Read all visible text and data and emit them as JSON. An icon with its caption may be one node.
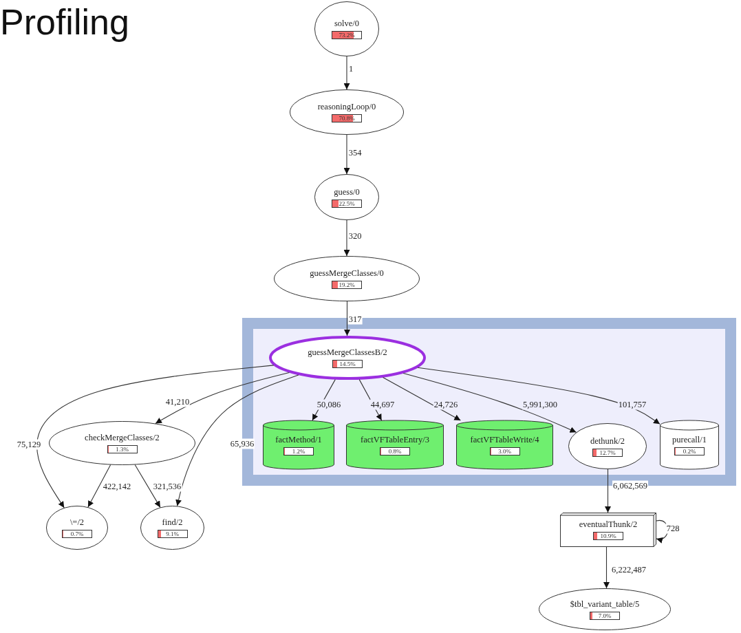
{
  "diagram": {
    "title": "Profiling",
    "nodes": [
      {
        "text": [
          "solve/0",
          "73.2%"
        ]
      },
      {
        "text": [
          "reasoningLoop/0",
          "70.8%"
        ]
      },
      {
        "text": [
          "guess/0",
          "22.5%"
        ]
      },
      {
        "text": [
          "guessMergeClasses/0",
          "19.2%"
        ]
      },
      {
        "text": [],
        "shape": "box"
      },
      {
        "text": [
          "guessMergeClassesB/2",
          "14.5%"
        ],
        "in": 4
      },
      {
        "text": [
          "checkMergeClasses/2",
          "1.3%"
        ]
      },
      {
        "text": [
          "factMethod/1",
          "1.2%"
        ],
        "in": 4
      },
      {
        "text": [
          "factVFTableEntry/3",
          "0.8%"
        ],
        "in": 4
      },
      {
        "text": [
          "factVFTableWrite/4",
          "3.0%"
        ],
        "in": 4
      },
      {
        "text": [
          "dethunk/2",
          "12.7%"
        ],
        "in": 4
      },
      {
        "text": [
          "purecall/1",
          "0.2%"
        ],
        "in": 4
      },
      {
        "text": [
          "\\=/2",
          "0.7%"
        ]
      },
      {
        "text": [
          "find/2",
          "9.1%"
        ]
      },
      {
        "text": [
          "eventualThunk/2",
          "10.9%"
        ]
      },
      {
        "text": [
          "$tbl_variant_table/5",
          "7.0%"
        ]
      }
    ],
    "edges": [
      {
        "from": 0,
        "to": 1,
        "arrow": "to",
        "label": "1"
      },
      {
        "from": 1,
        "to": 2,
        "arrow": "to",
        "label": "354"
      },
      {
        "from": 2,
        "to": 3,
        "arrow": "to",
        "label": "320"
      },
      {
        "from": 3,
        "to": 5,
        "arrow": "to",
        "label": "317"
      },
      {
        "from": 5,
        "to": 6,
        "arrow": "to",
        "label": "41,210"
      },
      {
        "from": 5,
        "to": 12,
        "arrow": "to",
        "label": "75,129"
      },
      {
        "from": 5,
        "to": 13,
        "arrow": "to",
        "label": "65,936"
      },
      {
        "from": 5,
        "to": 7,
        "arrow": "to",
        "label": "50,086"
      },
      {
        "from": 5,
        "to": 8,
        "arrow": "to",
        "label": "44,697"
      },
      {
        "from": 5,
        "to": 9,
        "arrow": "to",
        "label": "24,726"
      },
      {
        "from": 5,
        "to": 10,
        "arrow": "to",
        "label": "5,991,300"
      },
      {
        "from": 5,
        "to": 11,
        "arrow": "to",
        "label": "101,757"
      },
      {
        "from": 6,
        "to": 12,
        "arrow": "to",
        "label": "422,142"
      },
      {
        "from": 6,
        "to": 13,
        "arrow": "to",
        "label": "321,536"
      },
      {
        "from": 10,
        "to": 14,
        "arrow": "to",
        "label": "6,062,569"
      },
      {
        "from": 14,
        "to": 14,
        "arrow": "to",
        "label": "728"
      },
      {
        "from": 14,
        "to": 15,
        "arrow": "to",
        "label": "6,222,487"
      }
    ]
  }
}
